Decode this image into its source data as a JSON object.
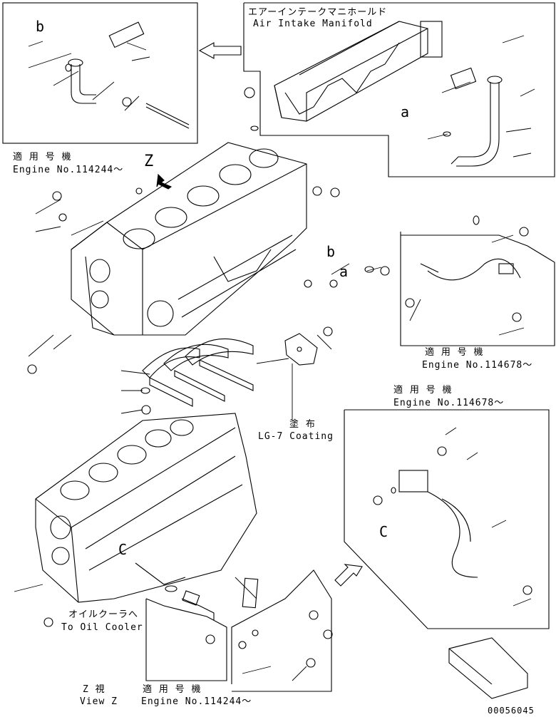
{
  "labels": {
    "air_intake_jp": "エアーインテークマニホールド",
    "air_intake_en": "Air Intake Manifold",
    "serial_jp_1": "適 用 号 機",
    "serial_en_1": "Engine No.114244～",
    "serial_jp_2": "適 用 号 機",
    "serial_en_2": "Engine No.114678～",
    "serial_jp_3": "適 用 号 機",
    "serial_en_3": "Engine No.114678～",
    "coating_jp": "塗 布",
    "coating_en": "LG-7 Coating",
    "oil_cooler_jp": "オイルクーラへ",
    "oil_cooler_en": "To Oil Cooler",
    "view_jp": "Z 視",
    "view_en": "View Z",
    "serial_jp_4": "適 用 号 機",
    "serial_en_4": "Engine No.114244～",
    "ref_a1": "a",
    "ref_a2": "a",
    "ref_b1": "b",
    "ref_b2": "b",
    "ref_c1": "C",
    "ref_c2": "C",
    "ref_z": "Z",
    "drawing_number": "00056045"
  }
}
